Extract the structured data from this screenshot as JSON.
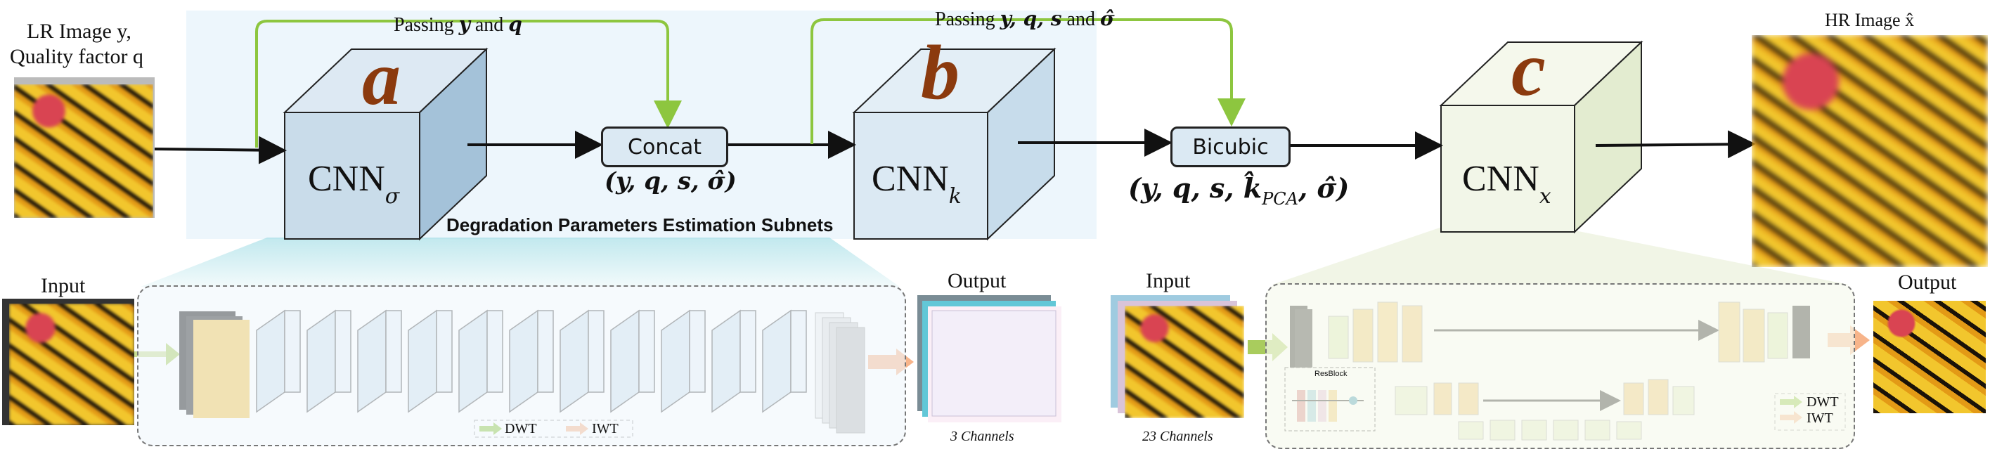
{
  "top": {
    "lr_label_line1": "LR Image y,",
    "lr_label_line2": "Quality factor q",
    "hr_label": "HR Image x̂",
    "passing1_prefix": "Passing ",
    "passing1_vars": "y",
    "passing1_mid": " and ",
    "passing1_var2": "q",
    "passing2_prefix": "Passing ",
    "passing2_vars": "y, q, s",
    "passing2_mid": " and ",
    "passing2_var2": "σ̂",
    "subnets_caption": "Degradation Parameters Estimation Subnets"
  },
  "cubes": [
    {
      "letter": "a",
      "name": "CNN",
      "sub": "σ"
    },
    {
      "letter": "b",
      "name": "CNN",
      "sub": "k"
    },
    {
      "letter": "c",
      "name": "CNN",
      "sub": "x"
    }
  ],
  "ops": {
    "concat_label": "Concat",
    "concat_out": "(y, q, s, σ̂)",
    "bicubic_label": "Bicubic",
    "bicubic_out_main": "(y, q, s, k̂",
    "bicubic_out_sub": "PCA",
    "bicubic_out_end": ", σ̂)"
  },
  "bottom_left": {
    "input_label": "Input",
    "output_label": "Output",
    "channels_label": "3 Channels",
    "legend_dwt": "DWT",
    "legend_iwt": "IWT"
  },
  "bottom_right": {
    "input_label": "Input",
    "output_label": "Output",
    "channels_label": "23 Channels",
    "legend_dwt": "DWT",
    "legend_iwt": "IWT",
    "resblock_label": "ResBlock"
  },
  "colors": {
    "green_arrow": "#8dc63f",
    "iwt_arrow": "#f7b48a",
    "cube_blue": "#c9dcea",
    "cube_green": "#eef4df",
    "letter_brown": "#8b3a0e"
  }
}
